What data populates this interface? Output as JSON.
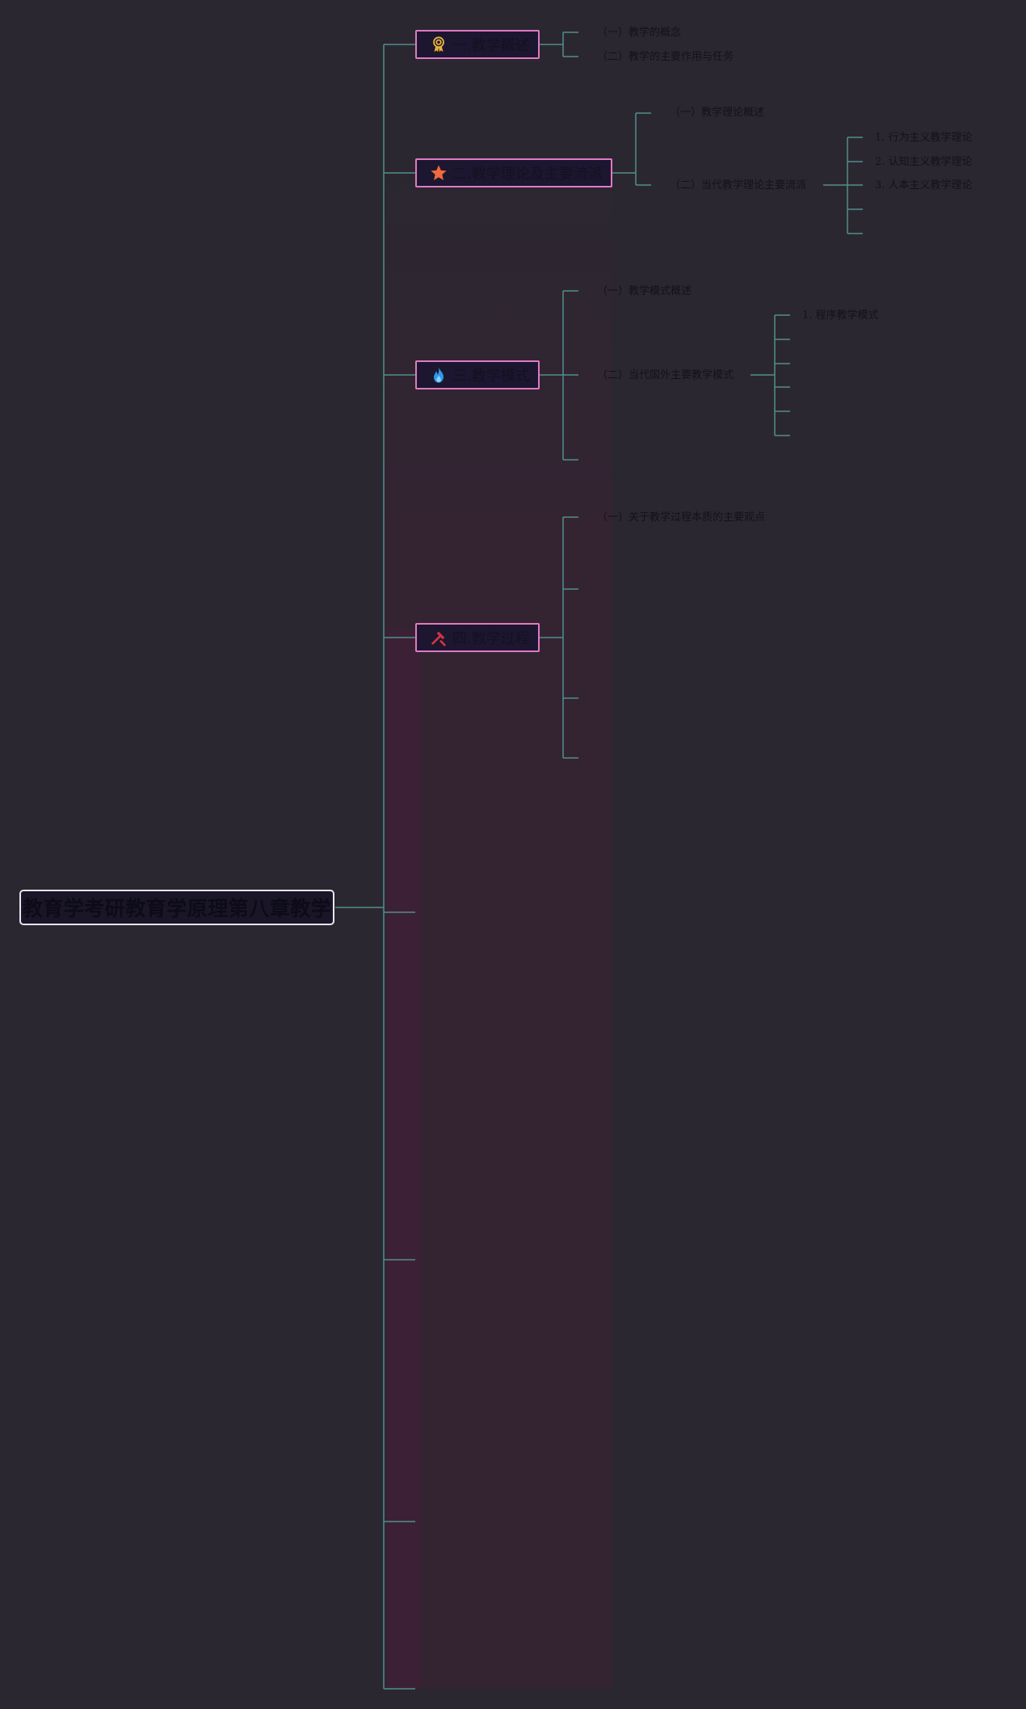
{
  "root": {
    "label": "教育学考研教育学原理第八章教学"
  },
  "topics": [
    {
      "label": "一.教学概述",
      "icon": "award-ribbon-icon",
      "icon_color": "#e8b23a",
      "children": [
        {
          "label": "（一）教学的概念"
        },
        {
          "label": "（二）教学的主要作用与任务"
        }
      ]
    },
    {
      "label": "二.教学理论及主要流派",
      "icon": "star-icon",
      "icon_color": "#f06a3a",
      "children": [
        {
          "label": "（一）教学理论概述"
        },
        {
          "label": "（二）当代教学理论主要流派",
          "children": [
            {
              "label": "1. 行为主义教学理论"
            },
            {
              "label": "2. 认知主义教学理论"
            },
            {
              "label": "3. 人本主义教学理论"
            },
            {
              "label": ""
            },
            {
              "label": ""
            }
          ]
        }
      ]
    },
    {
      "label": "三.教学模式",
      "icon": "flame-icon",
      "icon_color": "#2f9be8",
      "children": [
        {
          "label": "（一）教学模式概述"
        },
        {
          "label": "（二）当代国外主要教学模式",
          "children": [
            {
              "label": "1. 程序教学模式"
            },
            {
              "label": ""
            },
            {
              "label": ""
            },
            {
              "label": ""
            },
            {
              "label": ""
            },
            {
              "label": ""
            }
          ]
        },
        {
          "label": ""
        }
      ]
    },
    {
      "label": "四.教学过程",
      "icon": "tools-icon",
      "icon_color": "#d0353f",
      "children": [
        {
          "label": "（一）关于教学过程本质的主要观点"
        },
        {
          "label": ""
        },
        {
          "label": ""
        },
        {
          "label": ""
        }
      ]
    },
    {
      "label": ""
    },
    {
      "label": ""
    },
    {
      "label": ""
    },
    {
      "label": ""
    }
  ],
  "colors": {
    "background": "#2b2730",
    "connector": "#4f8f8c",
    "topic_border": "#e07ac2",
    "root_border": "#e8e4ef"
  }
}
